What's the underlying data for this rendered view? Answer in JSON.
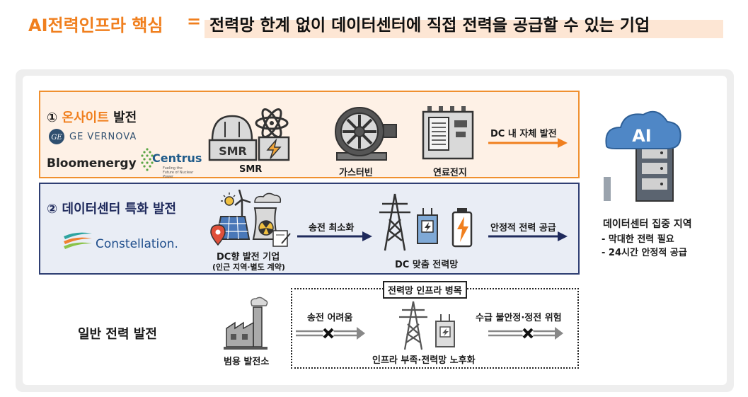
{
  "title": {
    "left": "AI전력인프라 핵심",
    "eq": "=",
    "right": "전력망 한계 없이 데이터센터에 직접 전력을 공급할 수 있는 기업"
  },
  "section1": {
    "number": "①",
    "highlight": "온사이트",
    "rest": "발전",
    "companies": [
      "GE VERNOVA",
      "Bloomenergy",
      "Centrus"
    ],
    "centrus_sub": "Fueling the Future of Nuclear Power",
    "labels": {
      "smr": "SMR",
      "smr_icon": "SMR",
      "turbine": "가스터빈",
      "fuelcell": "연료전지"
    },
    "arrow_label": "DC 내 자체 발전"
  },
  "section2": {
    "title": "② 데이터센터 특화 발전",
    "company": "Constellation.",
    "gen_label": "DC향 발전 기업",
    "gen_sub": "(인근 지역·별도 계약)",
    "arrow1_label": "송전 최소화",
    "grid_label": "DC 맞춤 전력망",
    "arrow2_label": "안정적 전력 공급"
  },
  "section3": {
    "title": "일반 전력 발전",
    "plant_label": "범용 발전소",
    "bottleneck": "전력망 인프라 병목",
    "left_label": "송전 어려움",
    "center_label": "인프라 부족·전력망 노후화",
    "right_label": "수급 불안정·정전 위험"
  },
  "datacenter": {
    "icon_text": "AI",
    "title": "데이터센터 집중 지역",
    "bullets": [
      "- 막대한 전력 필요",
      "- 24시간 안정적 공급"
    ]
  },
  "colors": {
    "orange": "#f07f1e",
    "navy": "#1f2a5c",
    "orange_fill": "#fef1e6",
    "blue_fill": "#e9edf5"
  }
}
